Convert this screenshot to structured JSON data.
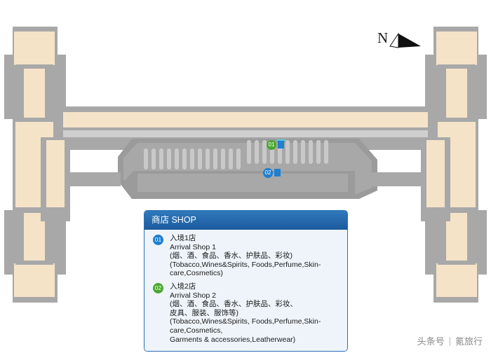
{
  "compass": {
    "label": "N",
    "icon": "compass-north-arrow-icon"
  },
  "legend": {
    "title": "商店 SHOP",
    "entries": [
      {
        "badge": "01",
        "badge_color": "#1f7fd0",
        "name_cn": "入境1店",
        "name_en": "Arrival Shop 1",
        "detail_cn": "(烟、酒、食品、香水、护肤品、彩妆)",
        "detail_en": "(Tobacco,Wines&Spirits, Foods,Perfume,Skin-care,Cosmetics)"
      },
      {
        "badge": "02",
        "badge_color": "#4aa82e",
        "name_cn": "入境2店",
        "name_en": "Arrival Shop 2",
        "detail_cn": "(烟、酒、食品、香水、护肤品、彩妆、\n皮具、服装、服饰等)",
        "detail_en": "(Tobacco,Wines&Spirits, Foods,Perfume,Skin-care,Cosmetics,\nGarments & accessories,Leatherwear)"
      }
    ]
  },
  "map_markers": [
    {
      "id": "01",
      "color": "#4aa82e"
    },
    {
      "id": "02",
      "color": "#1f7fd0"
    }
  ],
  "footer": {
    "source": "头条号",
    "separator": "|",
    "brand": "氪旅行"
  },
  "colors": {
    "terminal_grey": "#a8a8a8",
    "terminal_grey_dark": "#9b9b9b",
    "concourse_cream": "#f5e3c8",
    "panel_blue": "#2a6fb5",
    "panel_bg": "#eef4fa"
  }
}
